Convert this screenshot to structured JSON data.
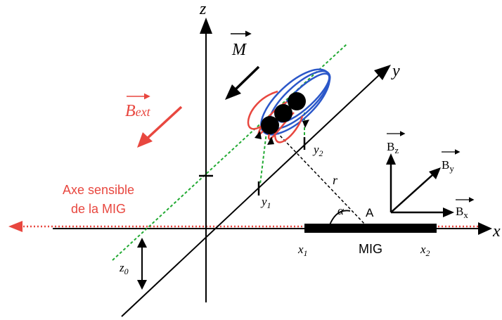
{
  "axes": {
    "x_label": "x",
    "y_label": "y",
    "z_label": "z"
  },
  "vectors": {
    "magnetization_label": "M",
    "external_field_label": "B",
    "external_field_subscript": "ext",
    "field_component_x": "B",
    "field_component_x_sub": "x",
    "field_component_y": "B",
    "field_component_y_sub": "y",
    "field_component_z": "B",
    "field_component_z_sub": "z"
  },
  "sensor": {
    "axis_label_line1": "Axe sensible",
    "axis_label_line2": "de la MIG",
    "name": "MIG",
    "x1": "x",
    "x1_sub": "1",
    "x2": "x",
    "x2_sub": "2",
    "point": "A",
    "angle": "α"
  },
  "geometry_labels": {
    "distance": "r",
    "y1": "y",
    "y1_sub": "1",
    "y2": "y",
    "y2_sub": "2",
    "z0": "z",
    "z0_sub": "0"
  },
  "colors": {
    "axis": "#000000",
    "sensor_axis": "#e8473f",
    "external_field": "#e8473f",
    "dipole_line": "#22aa33",
    "field_lines_red": "#e8473f",
    "field_lines_blue": "#2b57c9",
    "particle": "#000000"
  }
}
